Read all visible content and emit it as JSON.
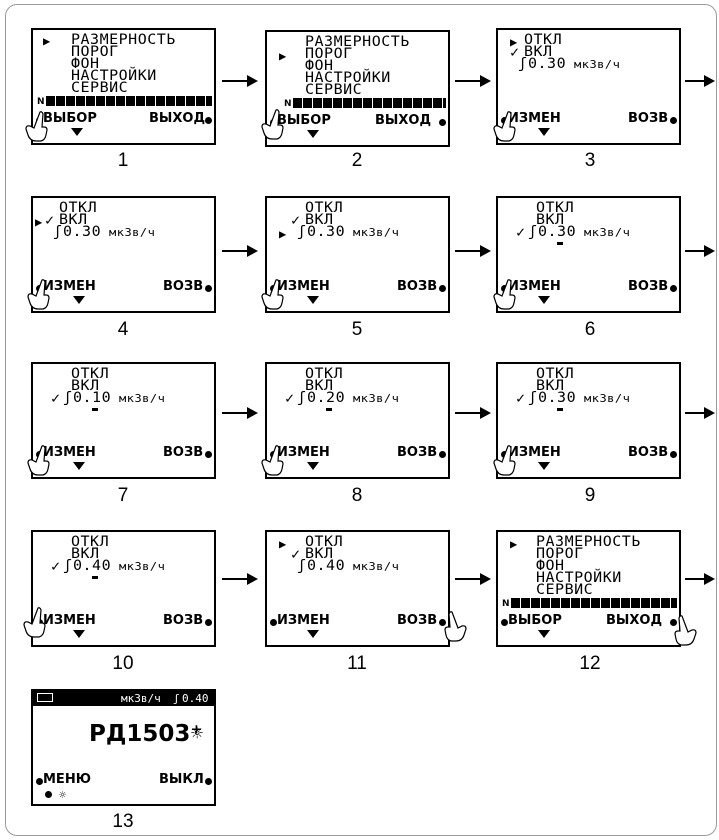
{
  "menu": {
    "razmernost": "РАЗМЕРНОСТЬ",
    "porog": "ПОРОГ",
    "fon": "ФОН",
    "nastroyki": "НАСТРОЙКИ",
    "servis": "СЕРВИС"
  },
  "buttons": {
    "vybor": "ВЫБОР",
    "vyhod": "ВЫХОД",
    "izmen": "ИЗМЕН",
    "vozv": "ВОЗВ",
    "menu": "МЕНЮ",
    "vykl": "ВЫКЛ"
  },
  "options": {
    "otkl": "ОТКЛ",
    "vkl": "ВКЛ"
  },
  "units": "мкЗв/ч",
  "bar_marker": "N",
  "values": {
    "s3": "0.30",
    "s4": "0.30",
    "s5": "0.30",
    "s6": "0.30",
    "s7": "0.10",
    "s8": "0.20",
    "s9": "0.30",
    "s10": "0.40",
    "s11": "0.40"
  },
  "final": {
    "units": "мкЗв/ч",
    "value": "0.40",
    "device": "РД1503⁺"
  },
  "captions": [
    "1",
    "2",
    "3",
    "4",
    "5",
    "6",
    "7",
    "8",
    "9",
    "10",
    "11",
    "12",
    "13"
  ],
  "icons": {
    "cursor": "right-triangle-icon",
    "check": "check-icon",
    "threshold": "threshold-icon",
    "hand": "pointing-hand-icon",
    "backlight": "sun-icon"
  }
}
